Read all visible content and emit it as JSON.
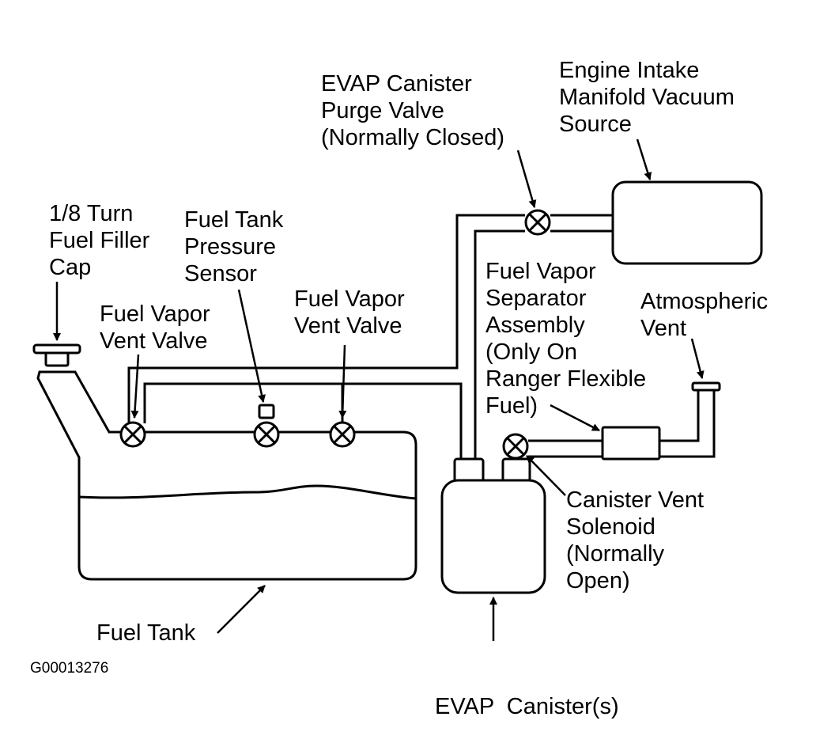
{
  "diagram": {
    "labels": {
      "filler_cap": [
        "1/8 Turn",
        "Fuel Filler",
        "Cap"
      ],
      "vent_valve_left": [
        "Fuel Vapor",
        "Vent Valve"
      ],
      "pressure_sensor": [
        "Fuel Tank",
        "Pressure",
        "Sensor"
      ],
      "vent_valve_right": [
        "Fuel Vapor",
        "Vent Valve"
      ],
      "purge_valve": [
        "EVAP Canister",
        "Purge Valve",
        "(Normally Closed)"
      ],
      "vacuum_source": [
        "Engine Intake",
        "Manifold Vacuum",
        "Source"
      ],
      "separator": [
        "Fuel Vapor",
        "Separator",
        "Assembly",
        "(Only On",
        "Ranger Flexible",
        "Fuel)"
      ],
      "atmospheric_vent": [
        "Atmospheric",
        "Vent"
      ],
      "vent_solenoid": [
        "Canister Vent",
        "Solenoid",
        "(Normally",
        "Open)"
      ],
      "fuel_tank": "Fuel Tank",
      "canister": "EVAP  Canister(s)",
      "figure_code": "G00013276"
    },
    "colors": {
      "ink": "#000000",
      "paper": "#ffffff"
    }
  }
}
